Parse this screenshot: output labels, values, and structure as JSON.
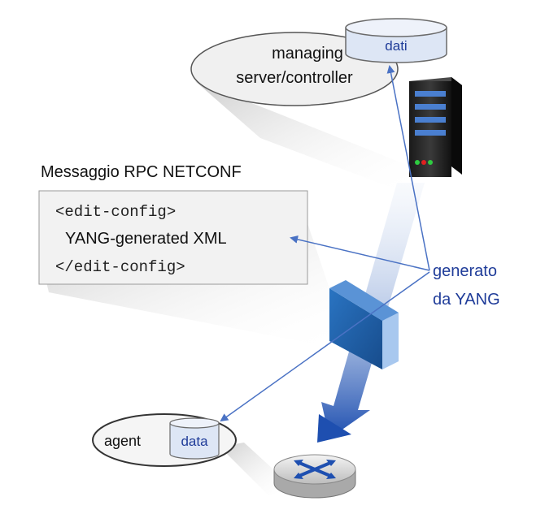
{
  "managing": {
    "line1": "managing",
    "line2": "server/controller",
    "db_label": "dati"
  },
  "rpc": {
    "title": "Messaggio RPC NETCONF",
    "open_tag": "<edit-config>",
    "body": "YANG-generated XML",
    "close_tag": "</edit-config>"
  },
  "generated": {
    "line1": "generato",
    "line2": "da YANG"
  },
  "agent": {
    "label": "agent",
    "db_label": "data"
  },
  "colors": {
    "accent_text": "#1f3c99",
    "arrow": "#4a72c4",
    "db_fill": "#dde6f5",
    "firewall": "#1b5fa8"
  }
}
